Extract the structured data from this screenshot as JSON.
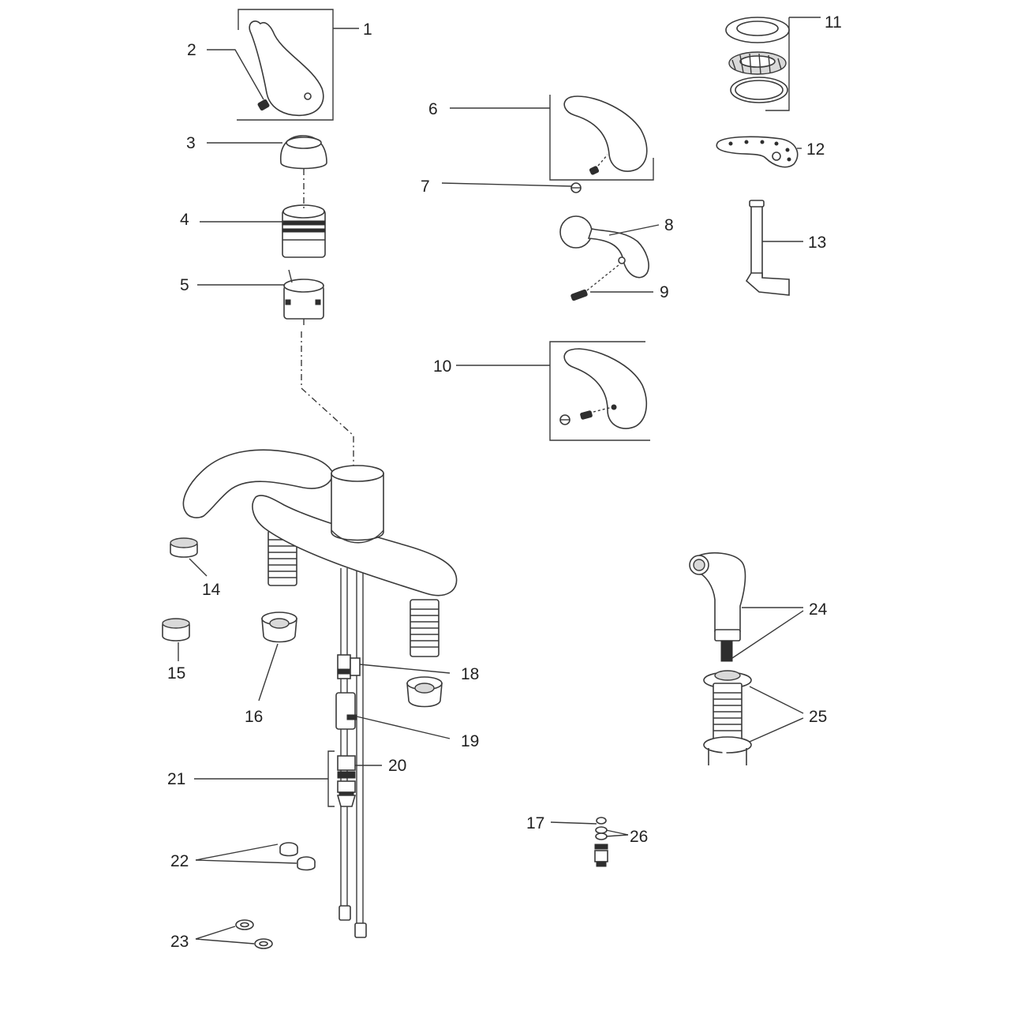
{
  "callouts": {
    "c1": "1",
    "c2": "2",
    "c3": "3",
    "c4": "4",
    "c5": "5",
    "c6": "6",
    "c7": "7",
    "c8": "8",
    "c9": "9",
    "c10": "10",
    "c11": "11",
    "c12": "12",
    "c13": "13",
    "c14": "14",
    "c15": "15",
    "c16": "16",
    "c17": "17",
    "c18": "18",
    "c19": "19",
    "c20": "20",
    "c21": "21",
    "c22": "22",
    "c23": "23",
    "c24": "24",
    "c25": "25",
    "c26": "26"
  },
  "colors": {
    "line": "#3a3a3a",
    "fill": "#ffffff",
    "shade": "#d9d9d9"
  }
}
